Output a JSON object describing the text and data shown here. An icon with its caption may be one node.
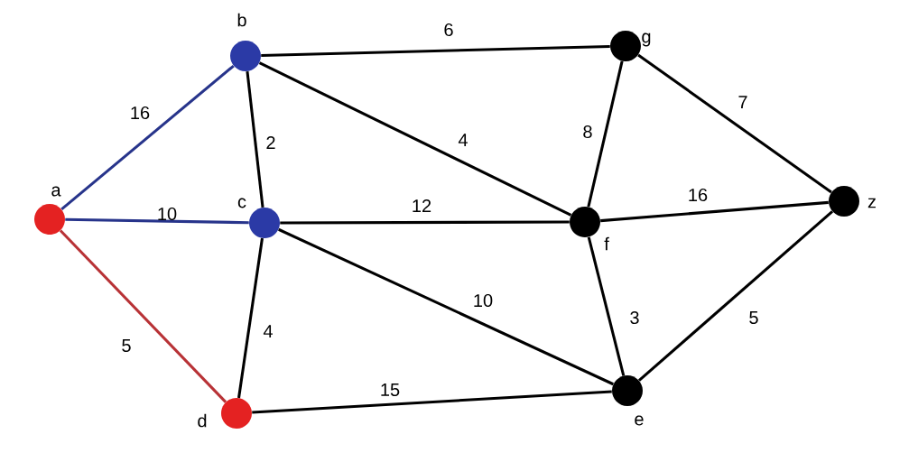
{
  "diagram": {
    "nodes": [
      {
        "text": [
          "a"
        ]
      },
      {
        "text": [
          "b"
        ]
      },
      {
        "text": [
          "c"
        ]
      },
      {
        "text": [
          "d"
        ]
      },
      {
        "text": [
          "g"
        ]
      },
      {
        "text": [
          "f"
        ]
      },
      {
        "text": [
          "e"
        ]
      },
      {
        "text": [
          "z"
        ]
      }
    ],
    "edges": [
      {
        "from": 0,
        "to": 1,
        "arrow": "none",
        "label": "16",
        "color": "#27348b"
      },
      {
        "from": 0,
        "to": 2,
        "arrow": "none",
        "label": "10",
        "color": "#27348b"
      },
      {
        "from": 0,
        "to": 3,
        "arrow": "none",
        "label": "5",
        "color": "#b83236"
      },
      {
        "from": 1,
        "to": 4,
        "arrow": "none",
        "label": "6"
      },
      {
        "from": 1,
        "to": 2,
        "arrow": "none",
        "label": "2"
      },
      {
        "from": 1,
        "to": 5,
        "arrow": "none",
        "label": "4"
      },
      {
        "from": 2,
        "to": 5,
        "arrow": "none",
        "label": "12"
      },
      {
        "from": 2,
        "to": 6,
        "arrow": "none",
        "label": "10"
      },
      {
        "from": 2,
        "to": 3,
        "arrow": "none",
        "label": "4"
      },
      {
        "from": 3,
        "to": 6,
        "arrow": "none",
        "label": "15"
      },
      {
        "from": 4,
        "to": 5,
        "arrow": "none",
        "label": "8"
      },
      {
        "from": 4,
        "to": 7,
        "arrow": "none",
        "label": "7"
      },
      {
        "from": 5,
        "to": 7,
        "arrow": "none",
        "label": "16"
      },
      {
        "from": 5,
        "to": 6,
        "arrow": "none",
        "label": "3"
      },
      {
        "from": 6,
        "to": 7,
        "arrow": "none",
        "label": "5"
      }
    ]
  }
}
